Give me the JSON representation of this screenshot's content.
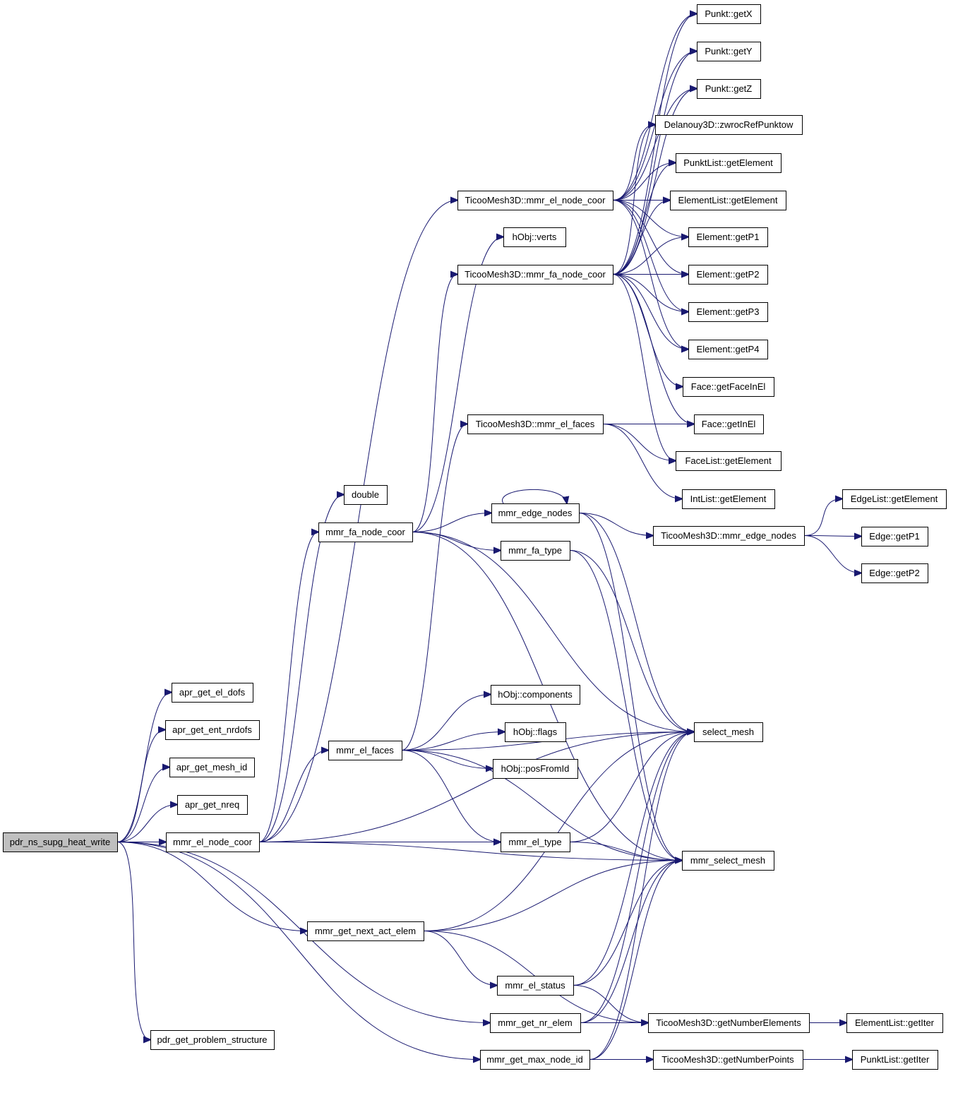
{
  "diagram": {
    "type": "call-graph",
    "edge_color": "#191970",
    "root_fill": "#bfbfbf",
    "nodes": [
      {
        "id": "root",
        "label": "pdr_ns_supg_heat_write",
        "root": true
      },
      {
        "id": "apr_get_el_dofs",
        "label": "apr_get_el_dofs"
      },
      {
        "id": "apr_get_ent_nrdofs",
        "label": "apr_get_ent_nrdofs"
      },
      {
        "id": "apr_get_mesh_id",
        "label": "apr_get_mesh_id"
      },
      {
        "id": "apr_get_nreq",
        "label": "apr_get_nreq"
      },
      {
        "id": "mmr_el_node_coor",
        "label": "mmr_el_node_coor"
      },
      {
        "id": "mmr_get_next_act_elem",
        "label": "mmr_get_next_act_elem"
      },
      {
        "id": "pdr_get_problem_structure",
        "label": "pdr_get_problem_structure"
      },
      {
        "id": "double",
        "label": "double"
      },
      {
        "id": "mmr_fa_node_coor",
        "label": "mmr_fa_node_coor"
      },
      {
        "id": "mmr_el_faces",
        "label": "mmr_el_faces"
      },
      {
        "id": "tm_el_node_coor",
        "label": "TicooMesh3D::mmr_el_node_coor"
      },
      {
        "id": "hobj_verts",
        "label": "hObj::verts"
      },
      {
        "id": "tm_fa_node_coor",
        "label": "TicooMesh3D::mmr_fa_node_coor"
      },
      {
        "id": "tm_el_faces",
        "label": "TicooMesh3D::mmr_el_faces"
      },
      {
        "id": "mmr_edge_nodes",
        "label": "mmr_edge_nodes"
      },
      {
        "id": "mmr_fa_type",
        "label": "mmr_fa_type"
      },
      {
        "id": "hobj_components",
        "label": "hObj::components"
      },
      {
        "id": "hobj_flags",
        "label": "hObj::flags"
      },
      {
        "id": "hobj_posfromid",
        "label": "hObj::posFromId"
      },
      {
        "id": "mmr_el_type",
        "label": "mmr_el_type"
      },
      {
        "id": "mmr_el_status",
        "label": "mmr_el_status"
      },
      {
        "id": "mmr_get_nr_elem",
        "label": "mmr_get_nr_elem"
      },
      {
        "id": "mmr_get_max_node_id",
        "label": "mmr_get_max_node_id"
      },
      {
        "id": "punkt_getx",
        "label": "Punkt::getX"
      },
      {
        "id": "punkt_gety",
        "label": "Punkt::getY"
      },
      {
        "id": "punkt_getz",
        "label": "Punkt::getZ"
      },
      {
        "id": "delanouy",
        "label": "Delanouy3D::zwrocRefPunktow"
      },
      {
        "id": "punktlist_getelement",
        "label": "PunktList::getElement"
      },
      {
        "id": "elementlist_getelement",
        "label": "ElementList::getElement"
      },
      {
        "id": "element_getp1",
        "label": "Element::getP1"
      },
      {
        "id": "element_getp2",
        "label": "Element::getP2"
      },
      {
        "id": "element_getp3",
        "label": "Element::getP3"
      },
      {
        "id": "element_getp4",
        "label": "Element::getP4"
      },
      {
        "id": "face_getfaceinel",
        "label": "Face::getFaceInEl"
      },
      {
        "id": "face_getinel",
        "label": "Face::getInEl"
      },
      {
        "id": "facelist_getelement",
        "label": "FaceList::getElement"
      },
      {
        "id": "intlist_getelement",
        "label": "IntList::getElement"
      },
      {
        "id": "tm_edge_nodes",
        "label": "TicooMesh3D::mmr_edge_nodes"
      },
      {
        "id": "select_mesh",
        "label": "select_mesh"
      },
      {
        "id": "mmr_select_mesh",
        "label": "mmr_select_mesh"
      },
      {
        "id": "tm_getnumberelements",
        "label": "TicooMesh3D::getNumberElements"
      },
      {
        "id": "tm_getnumberpoints",
        "label": "TicooMesh3D::getNumberPoints"
      },
      {
        "id": "edgelist_getelement",
        "label": "EdgeList::getElement"
      },
      {
        "id": "edge_getp1",
        "label": "Edge::getP1"
      },
      {
        "id": "edge_getp2",
        "label": "Edge::getP2"
      },
      {
        "id": "elementlist_getiter",
        "label": "ElementList::getIter"
      },
      {
        "id": "punktlist_getiter",
        "label": "PunktList::getIter"
      }
    ],
    "edges": [
      [
        "root",
        "apr_get_el_dofs"
      ],
      [
        "root",
        "apr_get_ent_nrdofs"
      ],
      [
        "root",
        "apr_get_mesh_id"
      ],
      [
        "root",
        "apr_get_nreq"
      ],
      [
        "root",
        "mmr_el_node_coor"
      ],
      [
        "root",
        "mmr_get_next_act_elem"
      ],
      [
        "root",
        "mmr_get_nr_elem"
      ],
      [
        "root",
        "mmr_get_max_node_id"
      ],
      [
        "root",
        "pdr_get_problem_structure"
      ],
      [
        "mmr_el_node_coor",
        "double"
      ],
      [
        "mmr_el_node_coor",
        "mmr_fa_node_coor"
      ],
      [
        "mmr_el_node_coor",
        "mmr_el_faces"
      ],
      [
        "mmr_el_node_coor",
        "tm_el_node_coor"
      ],
      [
        "mmr_el_node_coor",
        "mmr_el_type"
      ],
      [
        "mmr_el_node_coor",
        "select_mesh"
      ],
      [
        "mmr_el_node_coor",
        "mmr_select_mesh"
      ],
      [
        "mmr_fa_node_coor",
        "hobj_verts"
      ],
      [
        "mmr_fa_node_coor",
        "tm_fa_node_coor"
      ],
      [
        "mmr_fa_node_coor",
        "mmr_edge_nodes"
      ],
      [
        "mmr_fa_node_coor",
        "mmr_fa_type"
      ],
      [
        "mmr_fa_node_coor",
        "select_mesh"
      ],
      [
        "mmr_fa_node_coor",
        "mmr_select_mesh"
      ],
      [
        "mmr_el_faces",
        "tm_el_faces"
      ],
      [
        "mmr_el_faces",
        "hobj_components"
      ],
      [
        "mmr_el_faces",
        "hobj_flags"
      ],
      [
        "mmr_el_faces",
        "hobj_posfromid"
      ],
      [
        "mmr_el_faces",
        "mmr_el_type"
      ],
      [
        "mmr_el_faces",
        "select_mesh"
      ],
      [
        "mmr_el_faces",
        "mmr_select_mesh"
      ],
      [
        "mmr_get_next_act_elem",
        "mmr_el_status"
      ],
      [
        "mmr_get_next_act_elem",
        "select_mesh"
      ],
      [
        "mmr_get_next_act_elem",
        "mmr_select_mesh"
      ],
      [
        "mmr_get_next_act_elem",
        "tm_getnumberelements"
      ],
      [
        "tm_el_node_coor",
        "punkt_getx"
      ],
      [
        "tm_el_node_coor",
        "punkt_gety"
      ],
      [
        "tm_el_node_coor",
        "punkt_getz"
      ],
      [
        "tm_el_node_coor",
        "delanouy"
      ],
      [
        "tm_el_node_coor",
        "punktlist_getelement"
      ],
      [
        "tm_el_node_coor",
        "elementlist_getelement"
      ],
      [
        "tm_el_node_coor",
        "element_getp1"
      ],
      [
        "tm_el_node_coor",
        "element_getp2"
      ],
      [
        "tm_el_node_coor",
        "element_getp3"
      ],
      [
        "tm_el_node_coor",
        "element_getp4"
      ],
      [
        "tm_fa_node_coor",
        "punkt_getx"
      ],
      [
        "tm_fa_node_coor",
        "punkt_gety"
      ],
      [
        "tm_fa_node_coor",
        "punkt_getz"
      ],
      [
        "tm_fa_node_coor",
        "delanouy"
      ],
      [
        "tm_fa_node_coor",
        "punktlist_getelement"
      ],
      [
        "tm_fa_node_coor",
        "elementlist_getelement"
      ],
      [
        "tm_fa_node_coor",
        "element_getp1"
      ],
      [
        "tm_fa_node_coor",
        "element_getp2"
      ],
      [
        "tm_fa_node_coor",
        "element_getp3"
      ],
      [
        "tm_fa_node_coor",
        "element_getp4"
      ],
      [
        "tm_fa_node_coor",
        "face_getfaceinel"
      ],
      [
        "tm_fa_node_coor",
        "face_getinel"
      ],
      [
        "tm_fa_node_coor",
        "facelist_getelement"
      ],
      [
        "tm_el_faces",
        "face_getinel"
      ],
      [
        "tm_el_faces",
        "facelist_getelement"
      ],
      [
        "tm_el_faces",
        "intlist_getelement"
      ],
      [
        "mmr_edge_nodes",
        "mmr_edge_nodes"
      ],
      [
        "mmr_edge_nodes",
        "tm_edge_nodes"
      ],
      [
        "mmr_edge_nodes",
        "select_mesh"
      ],
      [
        "mmr_edge_nodes",
        "mmr_select_mesh"
      ],
      [
        "tm_edge_nodes",
        "edgelist_getelement"
      ],
      [
        "tm_edge_nodes",
        "edge_getp1"
      ],
      [
        "tm_edge_nodes",
        "edge_getp2"
      ],
      [
        "mmr_fa_type",
        "select_mesh"
      ],
      [
        "mmr_fa_type",
        "mmr_select_mesh"
      ],
      [
        "mmr_el_type",
        "select_mesh"
      ],
      [
        "mmr_el_type",
        "mmr_select_mesh"
      ],
      [
        "mmr_el_status",
        "select_mesh"
      ],
      [
        "mmr_el_status",
        "mmr_select_mesh"
      ],
      [
        "mmr_el_status",
        "tm_getnumberelements"
      ],
      [
        "mmr_get_nr_elem",
        "select_mesh"
      ],
      [
        "mmr_get_nr_elem",
        "mmr_select_mesh"
      ],
      [
        "mmr_get_nr_elem",
        "tm_getnumberelements"
      ],
      [
        "mmr_get_max_node_id",
        "select_mesh"
      ],
      [
        "mmr_get_max_node_id",
        "mmr_select_mesh"
      ],
      [
        "mmr_get_max_node_id",
        "tm_getnumberpoints"
      ],
      [
        "tm_getnumberelements",
        "elementlist_getiter"
      ],
      [
        "tm_getnumberpoints",
        "punktlist_getiter"
      ]
    ]
  }
}
